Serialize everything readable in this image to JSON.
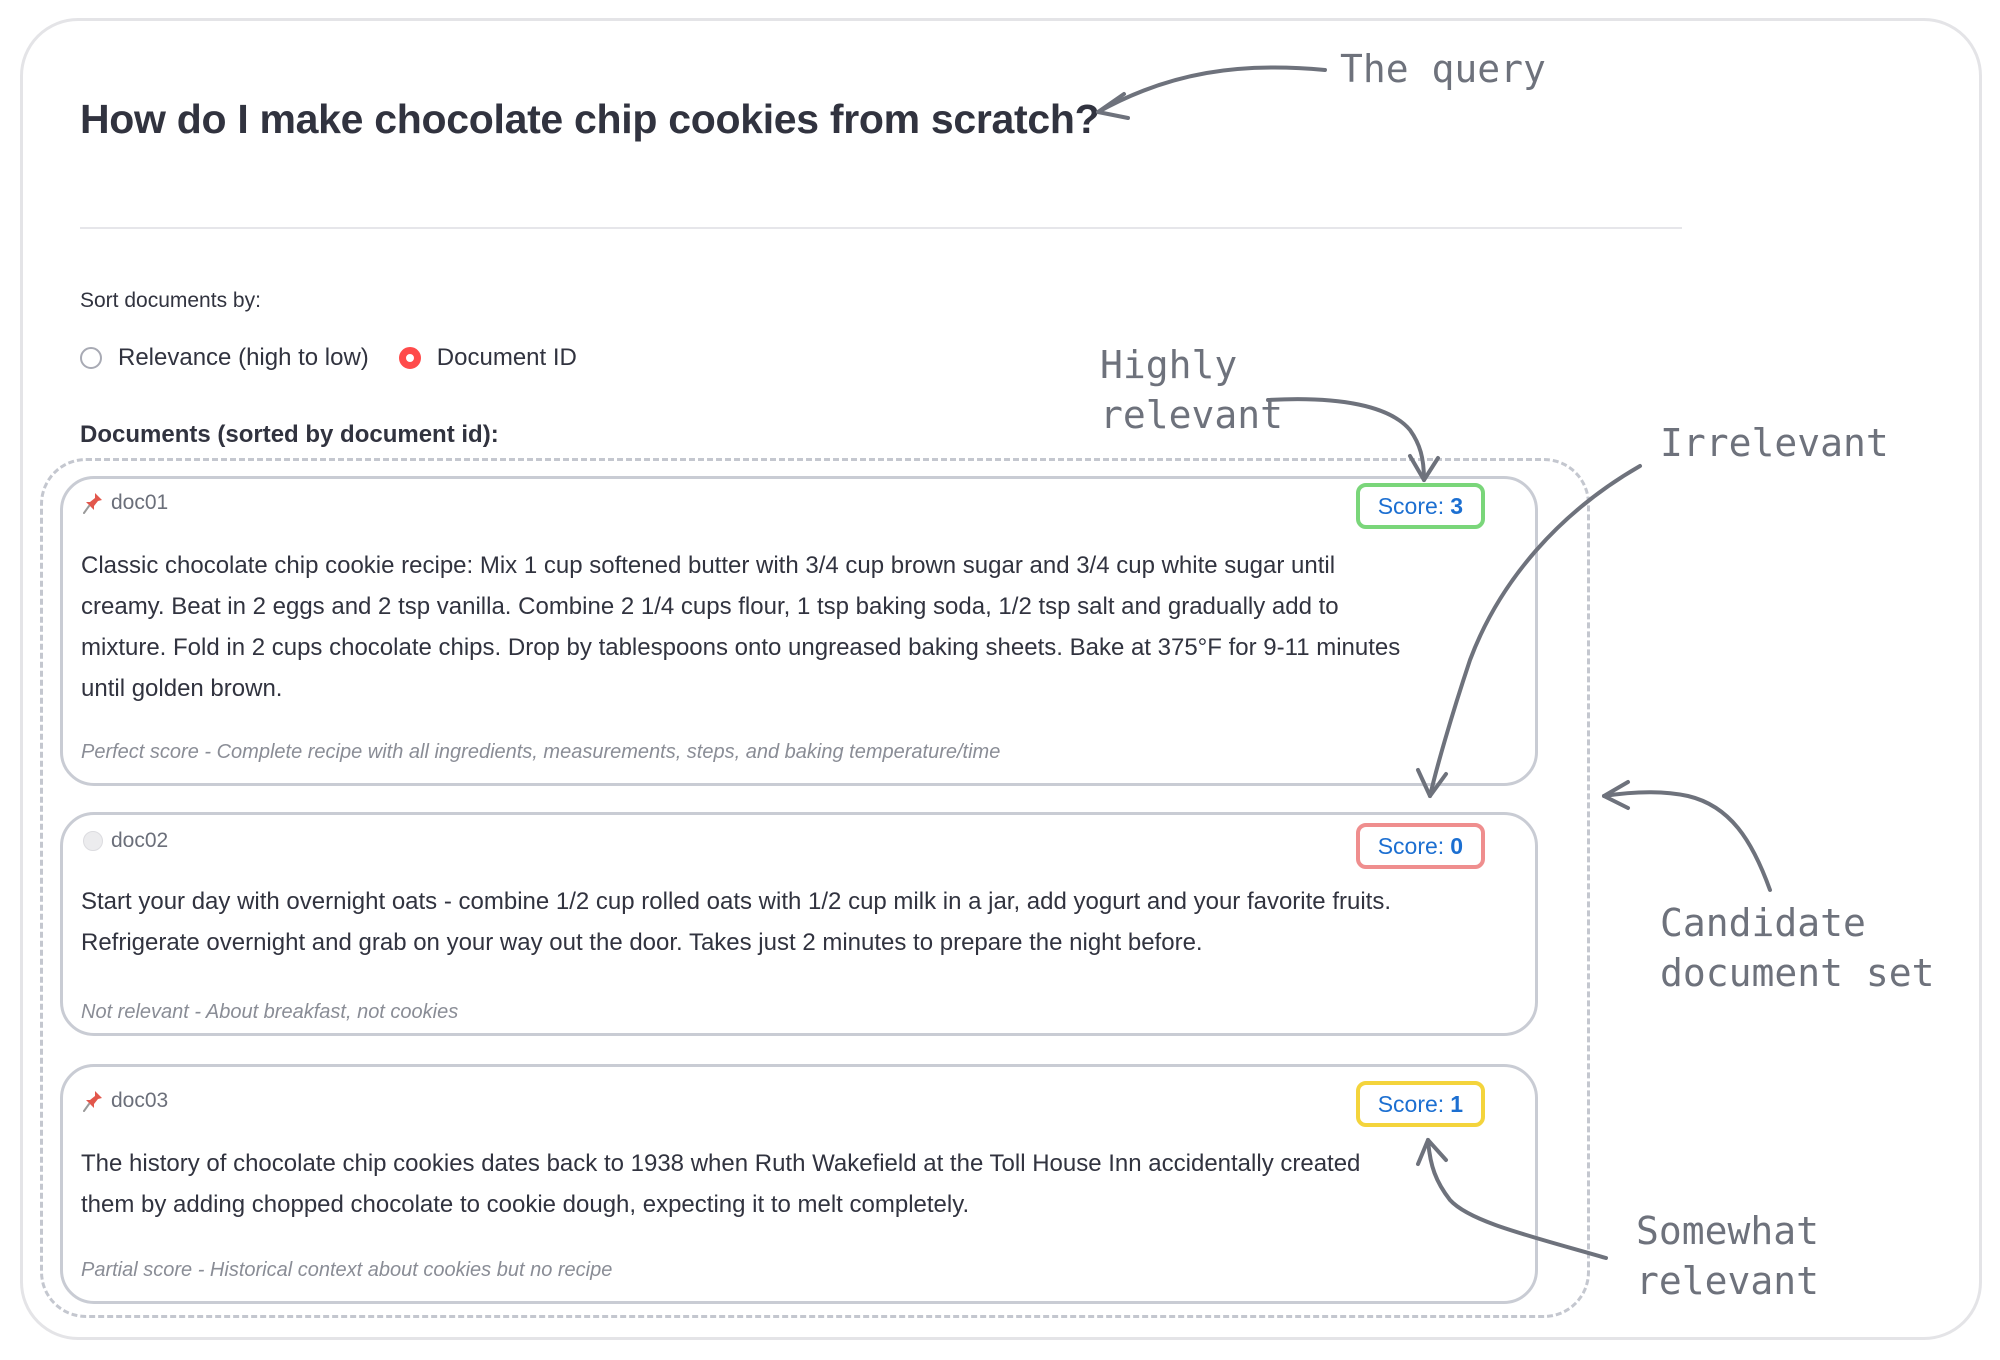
{
  "query": "How do I make chocolate chip cookies from scratch?",
  "sort": {
    "label": "Sort documents by:",
    "options": [
      "Relevance (high to low)",
      "Document ID"
    ],
    "selected": "Document ID"
  },
  "documents_heading": "Documents (sorted by document id):",
  "documents": [
    {
      "id": "doc01",
      "icon": "pin-icon",
      "score_label": "Score:",
      "score": "3",
      "badge_color": "#7ad67a",
      "text": "Classic chocolate chip cookie recipe: Mix 1 cup softened butter with 3/4 cup brown sugar and 3/4 cup white sugar until creamy. Beat in 2 eggs and 2 tsp vanilla. Combine 2 1/4 cups flour, 1 tsp baking soda, 1/2 tsp salt and gradually add to mixture. Fold in 2 cups chocolate chips. Drop by tablespoons onto ungreased baking sheets. Bake at 375°F for 9-11 minutes until golden brown.",
      "note": "Perfect score - Complete recipe with all ingredients, measurements, steps, and baking temperature/time"
    },
    {
      "id": "doc02",
      "icon": "circle-icon",
      "score_label": "Score:",
      "score": "0",
      "badge_color": "#ef8e8e",
      "text": "Start your day with overnight oats - combine 1/2 cup rolled oats with 1/2 cup milk in a jar, add yogurt and your favorite fruits. Refrigerate overnight and grab on your way out the door. Takes just 2 minutes to prepare the night before.",
      "note": "Not relevant - About breakfast, not cookies"
    },
    {
      "id": "doc03",
      "icon": "pin-icon",
      "score_label": "Score:",
      "score": "1",
      "badge_color": "#f4d43c",
      "text": "The history of chocolate chip cookies dates back to 1938 when Ruth Wakefield at the Toll House Inn accidentally created them by adding chopped chocolate to cookie dough, expecting it to melt completely.",
      "note": "Partial score - Historical context about cookies but no recipe"
    }
  ],
  "annotations": {
    "query": "The query",
    "highly_relevant": [
      "Highly",
      "relevant"
    ],
    "irrelevant": "Irrelevant",
    "candidate_set": [
      "Candidate",
      "document set"
    ],
    "somewhat_relevant": [
      "Somewhat",
      "relevant"
    ]
  },
  "colors": {
    "accent": "#ff4b4b",
    "score_text": "#1c6fd1",
    "annotation": "#6e727c"
  }
}
